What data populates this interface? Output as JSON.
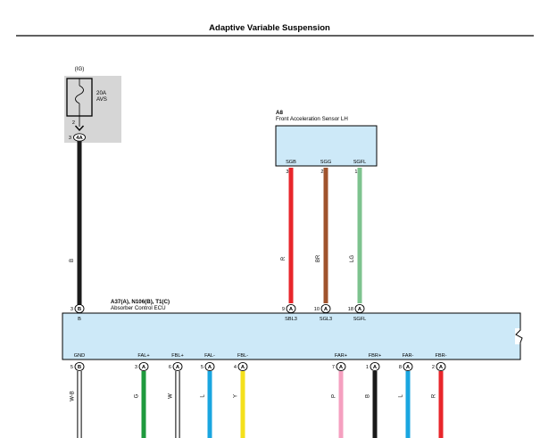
{
  "title": "Adaptive Variable Suspension",
  "fuse": {
    "supply": "(IG)",
    "rating": "20A",
    "name": "AVS",
    "out_pin": "2",
    "conn_pin": "3",
    "conn": "4A"
  },
  "sensor": {
    "code": "A8",
    "name": "Front Acceleration Sensor LH",
    "terminals": [
      {
        "term": "SGB",
        "pin": "3",
        "wire": "R",
        "color": "#e8262b"
      },
      {
        "term": "SGG",
        "pin": "2",
        "wire": "BR",
        "color": "#a0532d"
      },
      {
        "term": "SGFL",
        "pin": "1",
        "wire": "LG",
        "color": "#7dc38e"
      }
    ]
  },
  "ecu": {
    "code": "A37(A), N106(B), T1(C)",
    "name": "Absorber Control ECU",
    "top_wire_color": "B",
    "top_pins": [
      {
        "pin": "3",
        "conn": "B",
        "term": "B"
      },
      {
        "pin": "9",
        "conn": "A",
        "term": "SBL3"
      },
      {
        "pin": "10",
        "conn": "A",
        "term": "SGL3"
      },
      {
        "pin": "18",
        "conn": "A",
        "term": "SGFL"
      }
    ],
    "bottom_pins": [
      {
        "term": "GND",
        "pin": "5",
        "conn": "B",
        "wire": "W-B",
        "color": "#ffffff"
      },
      {
        "term": "FAL+",
        "pin": "3",
        "conn": "A",
        "wire": "G",
        "color": "#1f9a3e"
      },
      {
        "term": "FBL+",
        "pin": "6",
        "conn": "A",
        "wire": "W",
        "color": "#ffffff"
      },
      {
        "term": "FAL-",
        "pin": "5",
        "conn": "A",
        "wire": "L",
        "color": "#1aa6e0"
      },
      {
        "term": "FBL-",
        "pin": "4",
        "conn": "A",
        "wire": "Y",
        "color": "#f4e01c"
      },
      {
        "term": "FAR+",
        "pin": "7",
        "conn": "A",
        "wire": "P",
        "color": "#f5a0c0"
      },
      {
        "term": "FBR+",
        "pin": "1",
        "conn": "A",
        "wire": "B",
        "color": "#1a1a1a"
      },
      {
        "term": "FAR-",
        "pin": "8",
        "conn": "A",
        "wire": "L",
        "color": "#1aa6e0"
      },
      {
        "term": "FBR-",
        "pin": "2",
        "conn": "A",
        "wire": "R",
        "color": "#e8262b"
      }
    ]
  },
  "colors": {
    "ecu_fill": "#cde9f8",
    "fuse_panel": "#d6d6d6",
    "black_wire": "#1a1a1a"
  }
}
